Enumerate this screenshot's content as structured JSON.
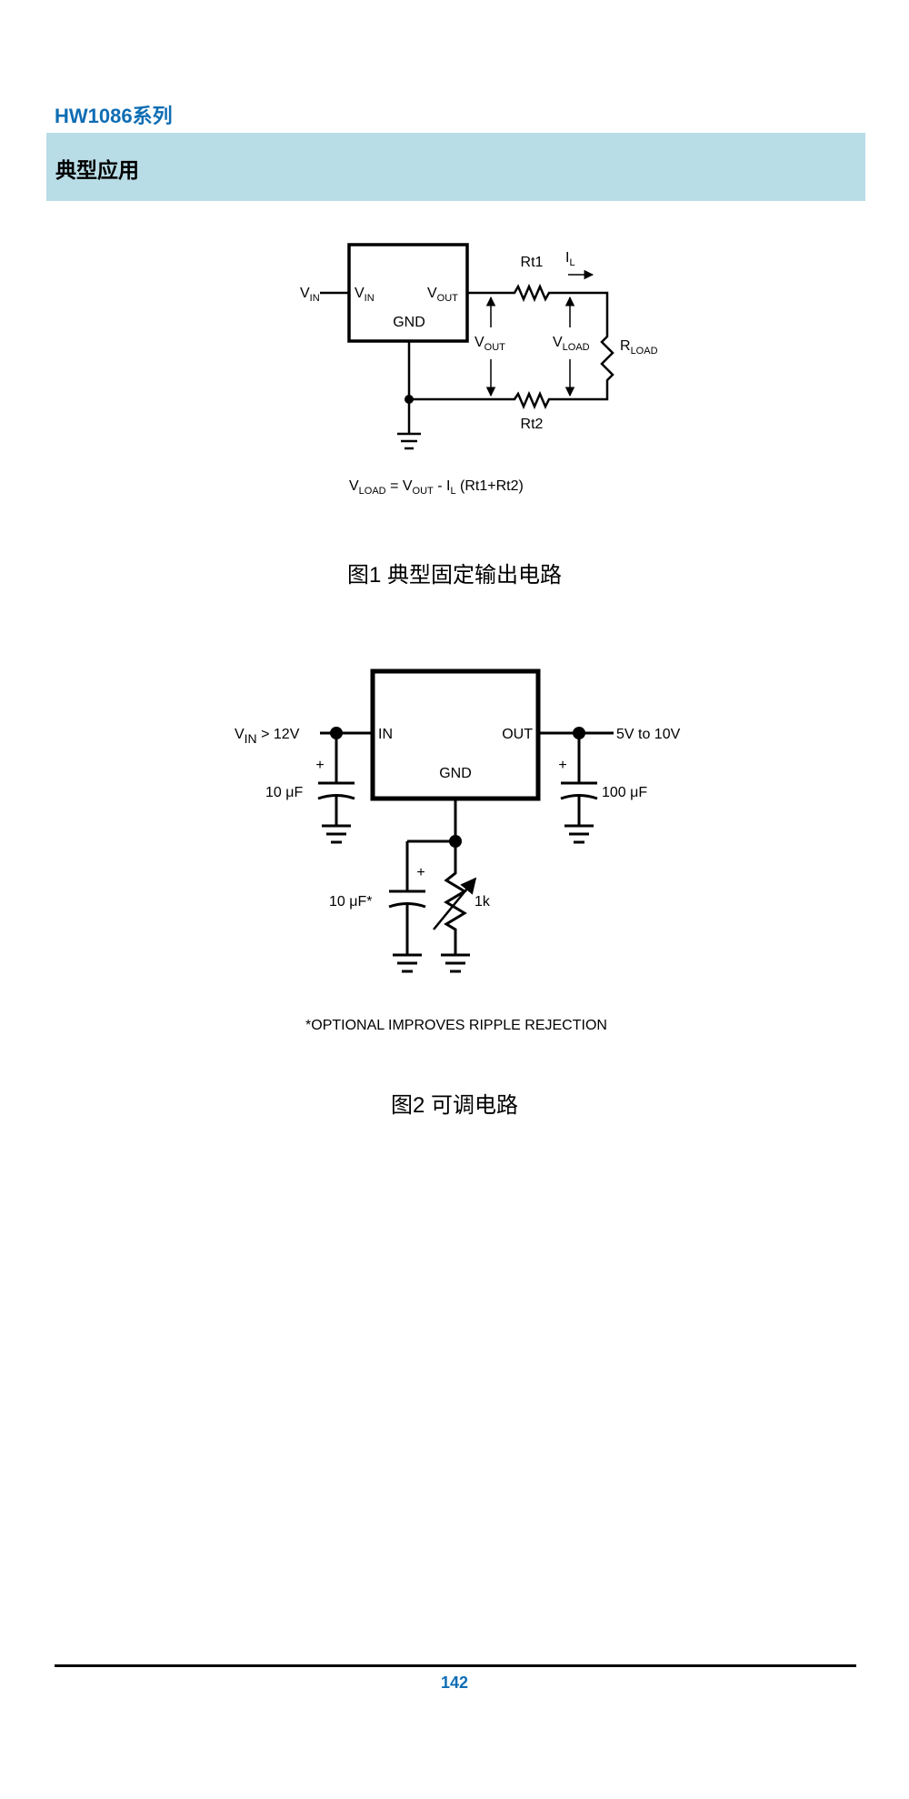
{
  "header": {
    "series": "HW1086系列"
  },
  "section": {
    "title": "典型应用"
  },
  "figure1": {
    "labels": {
      "vin": "V",
      "vin_sub": "IN",
      "pin_vin": "V",
      "pin_vin_sub": "IN",
      "pin_vout": "V",
      "pin_vout_sub": "OUT",
      "gnd": "GND",
      "rt1": "Rt1",
      "rt2": "Rt2",
      "il": "I",
      "il_sub": "L",
      "vout_arrow": "V",
      "vout_arrow_sub": "OUT",
      "vload_arrow": "V",
      "vload_arrow_sub": "LOAD",
      "rload": "R",
      "rload_sub": "LOAD"
    },
    "equation": {
      "v1": "V",
      "v1_sub": "LOAD",
      "eq": " = ",
      "v2": "V",
      "v2_sub": "OUT",
      "minus": " - ",
      "i": "I",
      "i_sub": "L",
      "tail": " (Rt1+Rt2)"
    },
    "caption": "图1  典型固定输出电路"
  },
  "figure2": {
    "labels": {
      "vin": "V",
      "vin_sub": "IN",
      "vin_cond": " > 12V",
      "pin_in": "IN",
      "pin_out": "OUT",
      "gnd": "GND",
      "vout_range": "5V to 10V",
      "cap_in": "10 μF",
      "cap_out": "100 μF",
      "cap_adj": "10 μF*",
      "pot": "1k",
      "plus": "+"
    },
    "note": "*OPTIONAL IMPROVES RIPPLE REJECTION",
    "caption": "图2  可调电路"
  },
  "footer": {
    "page_number": "142"
  }
}
